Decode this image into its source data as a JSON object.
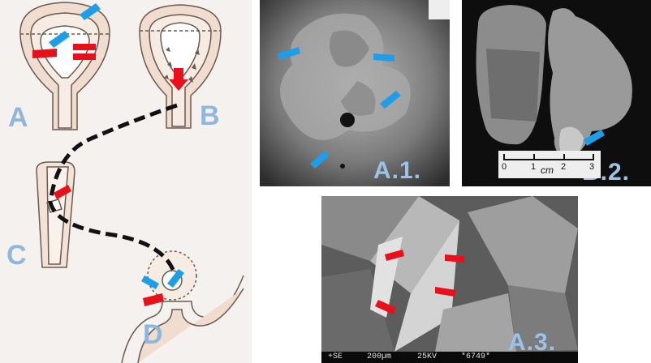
{
  "panel_labels": {
    "a": "A",
    "b": "B",
    "c": "C",
    "d": "D"
  },
  "photo_labels": {
    "a1": "A.1.",
    "b2": "B.2.",
    "a3": "A.3."
  },
  "scale_bar": {
    "ticks": [
      "0",
      "1",
      "2",
      "3"
    ],
    "unit": "cm"
  },
  "sem_info": {
    "mode": "+SE",
    "scale": "200µm",
    "voltage": "25KV",
    "image_number": "*6749*"
  },
  "colors": {
    "blue_arrow": "#1e9de8",
    "red_arrow": "#e8101a",
    "label_blue": "#8fb7de",
    "tissue": "#e8c7b4",
    "path_dash": "#111111"
  }
}
